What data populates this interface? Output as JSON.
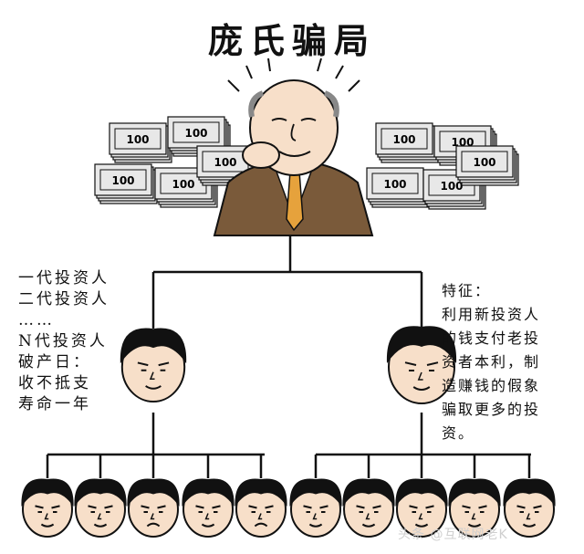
{
  "title": "庞氏骗局",
  "left_notes": [
    "一代投资人",
    "二代投资人",
    "……",
    "N代投资人",
    "破产日：",
    "收不抵支",
    "寿命一年"
  ],
  "right_notes": [
    "特征：",
    "利用新投资人",
    "的钱支付老投",
    "资者本利，制",
    "造赚钱的假象",
    "骗取更多的投",
    "资。"
  ],
  "money_label": "100",
  "watermark": "头条 @互联网老K",
  "colors": {
    "suit": "#7a5a3a",
    "tie": "#e6a23c",
    "skin": "#f7dfc9",
    "hair": "#111111",
    "money": "#e8e8e8"
  }
}
